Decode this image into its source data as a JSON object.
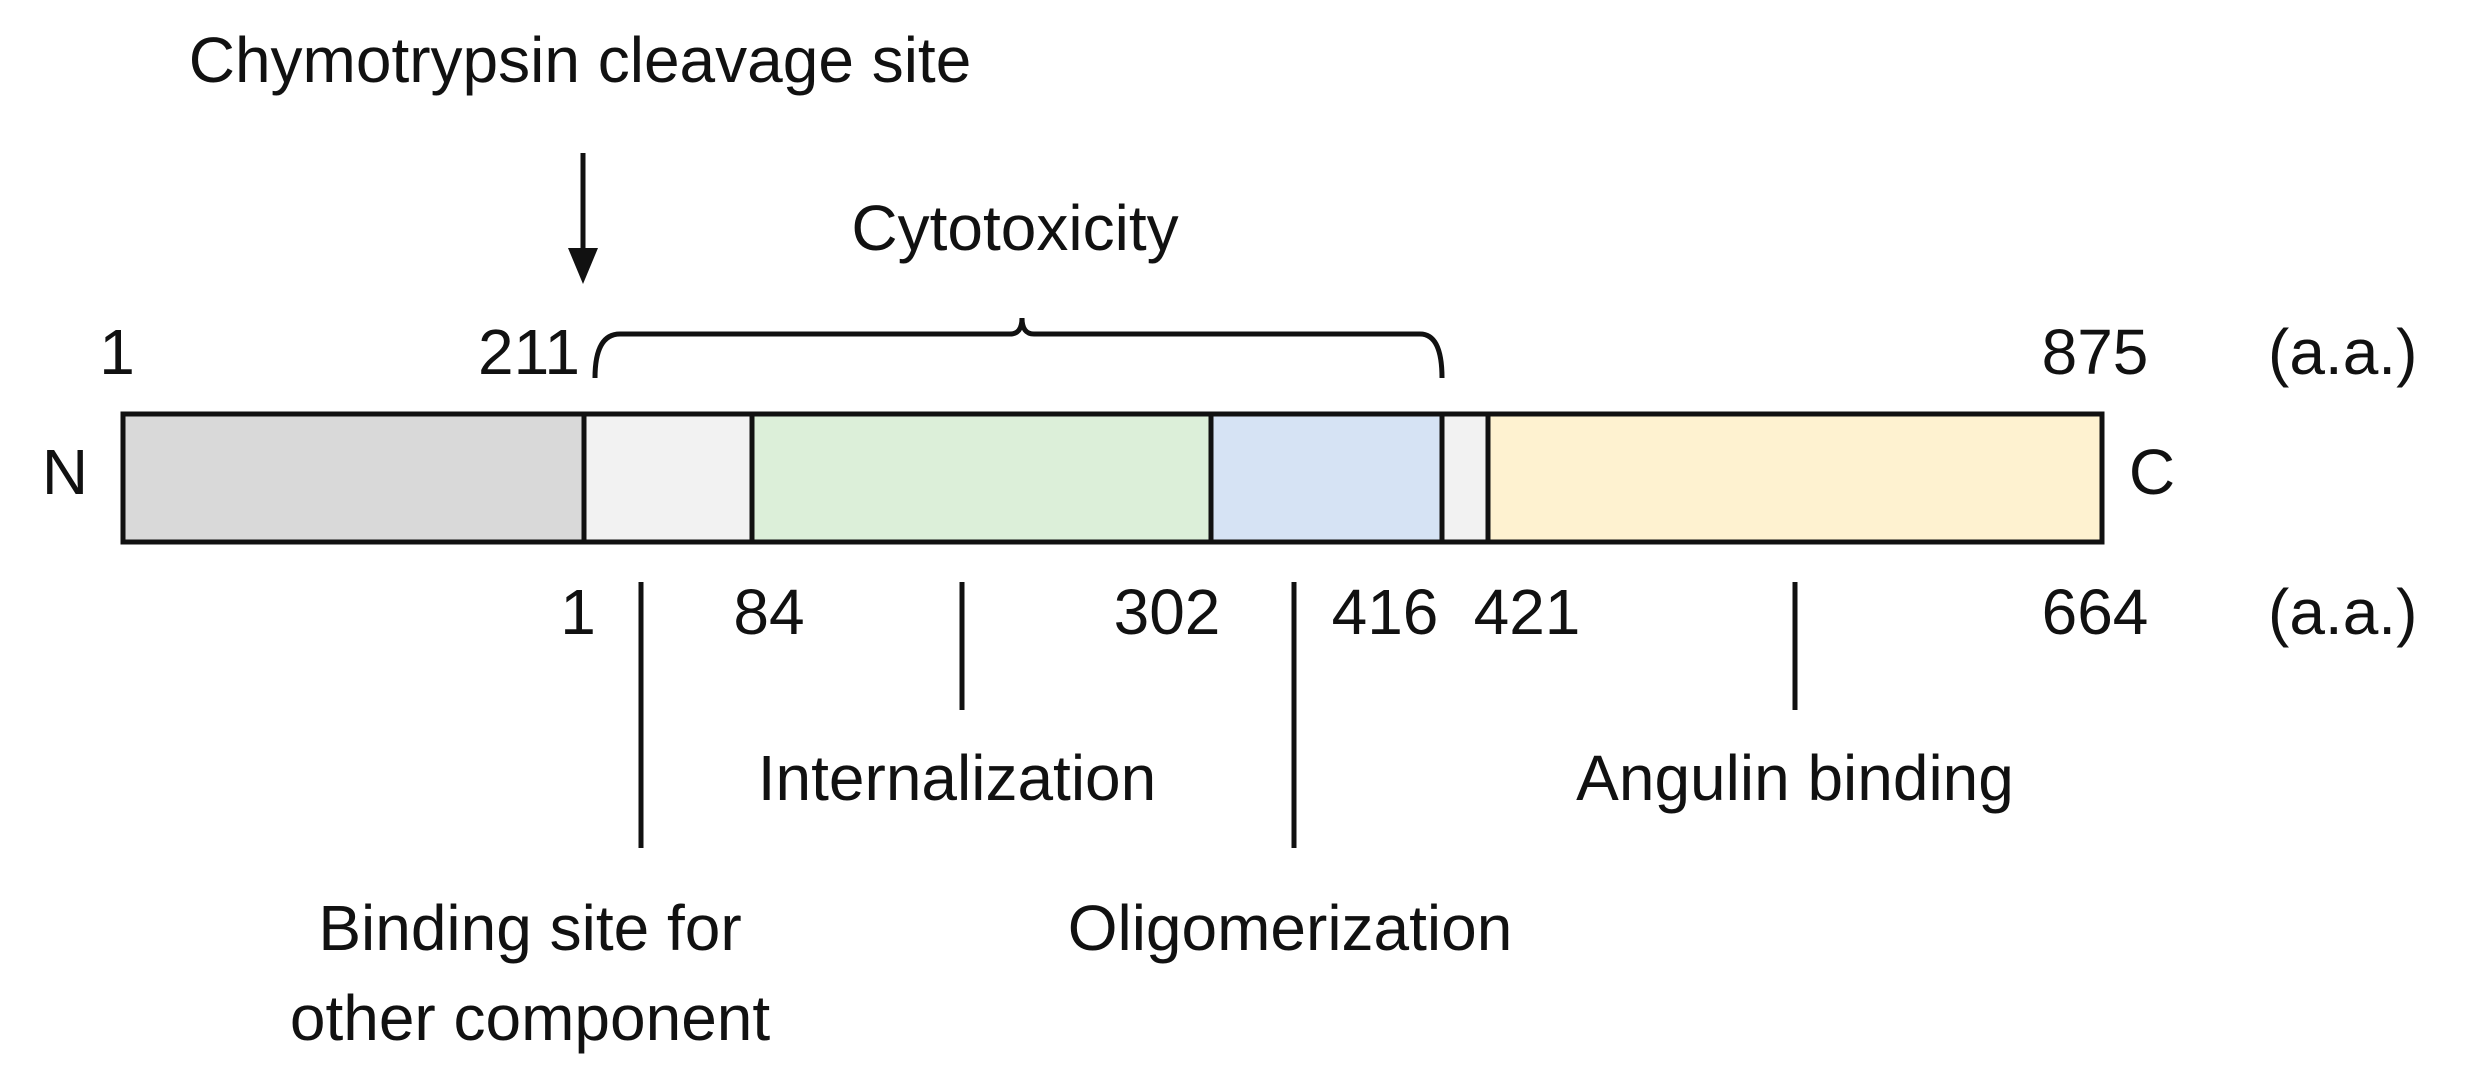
{
  "annotations": {
    "cleavage_site": "Chymotrypsin cleavage site",
    "cytotoxicity": "Cytotoxicity"
  },
  "ends": {
    "n_terminus": "N",
    "c_terminus": "C"
  },
  "top_scale": {
    "start": "1",
    "cleavage": "211",
    "end": "875",
    "unit": "(a.a.)"
  },
  "bottom_scale": {
    "p1": "1",
    "p84": "84",
    "p302": "302",
    "p416": "416",
    "p421": "421",
    "p664": "664",
    "unit": "(a.a.)"
  },
  "functions": {
    "binding_line1": "Binding site for",
    "binding_line2": "other component",
    "internalization": "Internalization",
    "oligomerization": "Oligomerization",
    "angulin": "Angulin binding"
  },
  "colors": {
    "prodomain": "#d9d9d9",
    "binding": "#f2f2f2",
    "internalization": "#dcefd9",
    "oligomerization": "#d6e3f4",
    "linker": "#f2f2f2",
    "angulin": "#fef2d0",
    "outline": "#111111"
  }
}
